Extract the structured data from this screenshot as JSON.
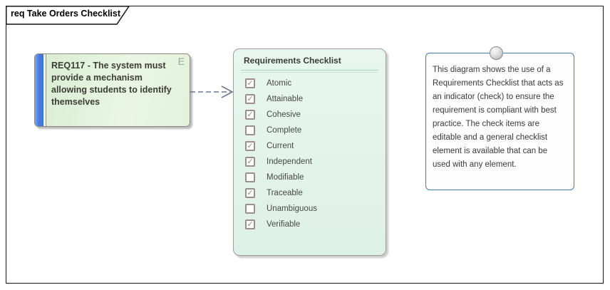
{
  "frame": {
    "label": "req Take Orders Checklist"
  },
  "requirement": {
    "text_lines": [
      "REQ117 - The system must",
      "provide a mechanism",
      "allowing students to identify",
      "themselves"
    ],
    "corner_letter": "E",
    "accent_color": "#4b7ce2",
    "fill_color": "#e3f2dc"
  },
  "connector": {
    "type": "dependency",
    "style": "dashed-open-arrow",
    "color": "#6a7a92"
  },
  "checklist": {
    "title": "Requirements Checklist",
    "check_glyph": "✓",
    "fill_color": "#e2f3ea",
    "items": [
      {
        "label": "Atomic",
        "checked": true
      },
      {
        "label": "Attainable",
        "checked": true
      },
      {
        "label": "Cohesive",
        "checked": true
      },
      {
        "label": "Complete",
        "checked": false
      },
      {
        "label": "Current",
        "checked": true
      },
      {
        "label": "Independent",
        "checked": true
      },
      {
        "label": "Modifiable",
        "checked": false
      },
      {
        "label": "Traceable",
        "checked": true
      },
      {
        "label": "Unambiguous",
        "checked": false
      },
      {
        "label": "Verifiable",
        "checked": true
      }
    ]
  },
  "note": {
    "border_color": "#4d7ba7",
    "text_lines": [
      "This diagram shows the use of a",
      "Requirements Checklist that acts as",
      "an indicator (check) to ensure the",
      "requirement is compliant with best",
      "practice. The check items are",
      "editable and a general checklist",
      "element is available that can be",
      "used with any element."
    ]
  }
}
